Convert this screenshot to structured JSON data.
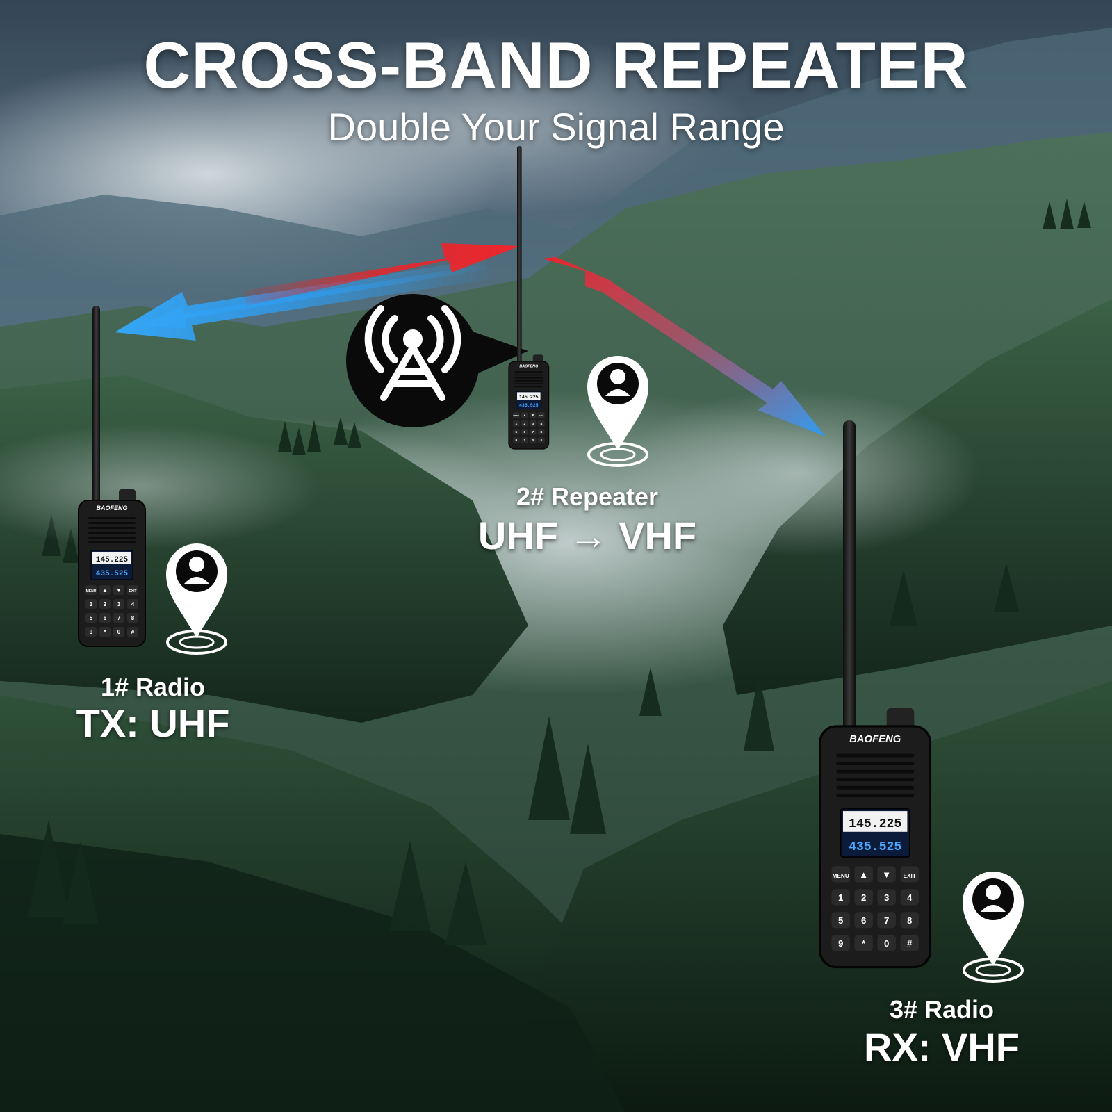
{
  "header": {
    "title": "CROSS-BAND REPEATER",
    "subtitle": "Double Your Signal Range"
  },
  "radios": [
    {
      "name": "1# Radio",
      "band": "TX: UHF",
      "brand": "BAOFENG",
      "screen_freq_1": "145.225",
      "screen_freq_2": "435.525"
    },
    {
      "name": "2# Repeater",
      "band": "UHF → VHF",
      "brand": "BAOFENG",
      "screen_freq_1": "145.225",
      "screen_freq_2": "435.525"
    },
    {
      "name": "3# Radio",
      "band": "RX: VHF",
      "brand": "BAOFENG",
      "screen_freq_1": "145.225",
      "screen_freq_2": "435.525"
    }
  ],
  "keypad": {
    "keys": [
      "MENU",
      "▲",
      "▼",
      "EXIT",
      "1",
      "2",
      "3",
      "4",
      "5",
      "6",
      "7",
      "8",
      "9",
      "*",
      "0",
      "#"
    ]
  },
  "icons": {
    "tower": "radio-tower-icon",
    "pin": "location-pin-person-icon"
  },
  "colors": {
    "uplink_arrow": "#e8242a",
    "downlink_arrow": "#2e9cf0",
    "text": "#ffffff",
    "radio_body": "#1c1c1c",
    "screen_bg": "#0c1b3a"
  }
}
